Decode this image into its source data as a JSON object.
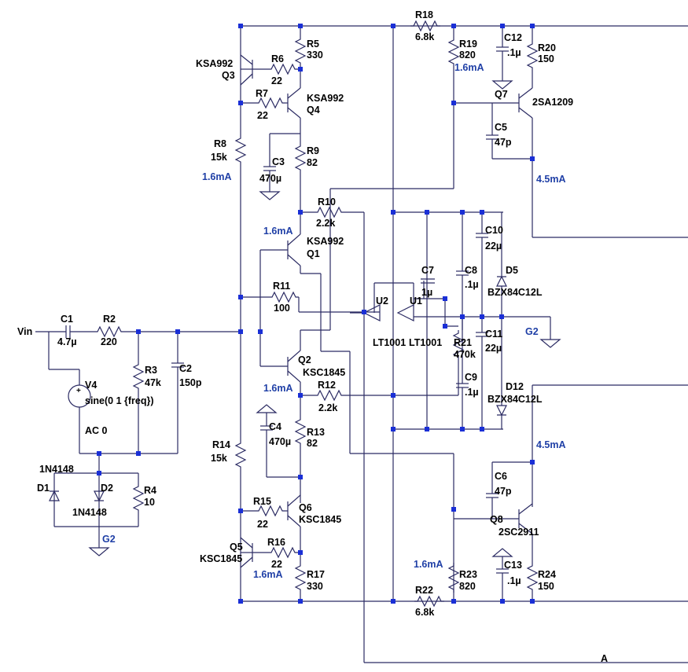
{
  "input_label": "Vin",
  "output_label": "A",
  "ground_labels": {
    "g2_input": "G2",
    "g2_right": "G2"
  },
  "source": {
    "name": "V4",
    "value": "sine(0 1 {freq})",
    "ac": "AC 0"
  },
  "components": {
    "C1": {
      "ref": "C1",
      "value": "4.7µ"
    },
    "C2": {
      "ref": "C2",
      "value": "150p"
    },
    "C3": {
      "ref": "C3",
      "value": "470µ"
    },
    "C4": {
      "ref": "C4",
      "value": "470µ"
    },
    "C5": {
      "ref": "C5",
      "value": "47p"
    },
    "C6": {
      "ref": "C6",
      "value": "47p"
    },
    "C7": {
      "ref": "C7",
      "value": "1µ"
    },
    "C8": {
      "ref": "C8",
      "value": ".1µ"
    },
    "C9": {
      "ref": "C9",
      "value": ".1µ"
    },
    "C10": {
      "ref": "C10",
      "value": "22µ"
    },
    "C11": {
      "ref": "C11",
      "value": "22µ"
    },
    "C12": {
      "ref": "C12",
      "value": ".1µ"
    },
    "C13": {
      "ref": "C13",
      "value": ".1µ"
    },
    "R2": {
      "ref": "R2",
      "value": "220"
    },
    "R3": {
      "ref": "R3",
      "value": "47k"
    },
    "R4": {
      "ref": "R4",
      "value": "10"
    },
    "R5": {
      "ref": "R5",
      "value": "330"
    },
    "R6": {
      "ref": "R6",
      "value": "22"
    },
    "R7": {
      "ref": "R7",
      "value": "22"
    },
    "R8": {
      "ref": "R8",
      "value": "15k"
    },
    "R9": {
      "ref": "R9",
      "value": "82"
    },
    "R10": {
      "ref": "R10",
      "value": "2.2k"
    },
    "R11": {
      "ref": "R11",
      "value": "100"
    },
    "R12": {
      "ref": "R12",
      "value": "2.2k"
    },
    "R13": {
      "ref": "R13",
      "value": "82"
    },
    "R14": {
      "ref": "R14",
      "value": "15k"
    },
    "R15": {
      "ref": "R15",
      "value": "22"
    },
    "R16": {
      "ref": "R16",
      "value": "22"
    },
    "R17": {
      "ref": "R17",
      "value": "330"
    },
    "R18": {
      "ref": "R18",
      "value": "6.8k"
    },
    "R19": {
      "ref": "R19",
      "value": "820"
    },
    "R20": {
      "ref": "R20",
      "value": "150"
    },
    "R21": {
      "ref": "R21",
      "value": "470k"
    },
    "R22": {
      "ref": "R22",
      "value": "6.8k"
    },
    "R23": {
      "ref": "R23",
      "value": "820"
    },
    "R24": {
      "ref": "R24",
      "value": "150"
    },
    "Q1": {
      "ref": "Q1",
      "part": "KSA992"
    },
    "Q2": {
      "ref": "Q2",
      "part": "KSC1845"
    },
    "Q3": {
      "ref": "Q3",
      "part": "KSA992"
    },
    "Q4": {
      "ref": "Q4",
      "part": "KSA992"
    },
    "Q5": {
      "ref": "Q5",
      "part": "KSC1845"
    },
    "Q6": {
      "ref": "Q6",
      "part": "KSC1845"
    },
    "Q7": {
      "ref": "Q7",
      "part": "2SA1209"
    },
    "Q8": {
      "ref": "Q8",
      "part": "2SC2911"
    },
    "D1": {
      "ref": "D1",
      "part": "1N4148"
    },
    "D2": {
      "ref": "D2",
      "part": "1N4148"
    },
    "D5": {
      "ref": "D5",
      "part": "BZX84C12L"
    },
    "D12": {
      "ref": "D12",
      "part": "BZX84C12L"
    },
    "U1": {
      "ref": "U1",
      "part": "LT1001"
    },
    "U2": {
      "ref": "U2",
      "part": "LT1001"
    }
  },
  "currents": {
    "r8": "1.6mA",
    "q1": "1.6mA",
    "q2": "1.6mA",
    "q5": "1.6mA",
    "r19": "1.6mA",
    "r23": "1.6mA",
    "q7": "4.5mA",
    "q8": "4.5mA"
  },
  "colors": {
    "wire": "#2b2b63",
    "node": "#1a2fd6",
    "current": "#1f3fa6",
    "text": "#000000"
  }
}
